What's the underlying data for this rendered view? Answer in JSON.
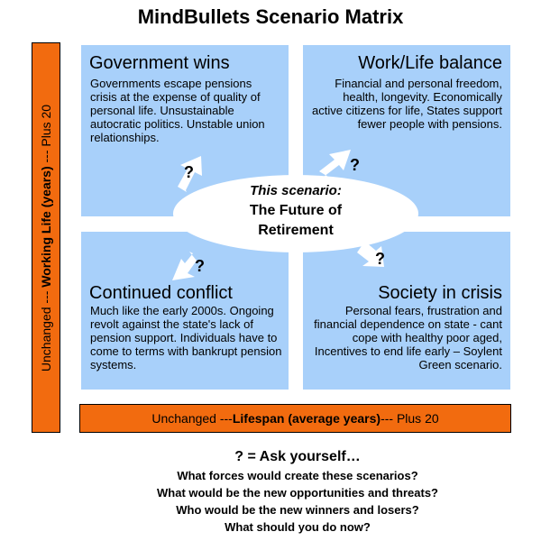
{
  "title": "MindBullets Scenario Matrix",
  "axes": {
    "vertical": {
      "start": "Unchanged --- ",
      "label": "Working Life (years)",
      "end": " --- Plus 20"
    },
    "horizontal": {
      "start": "Unchanged --- ",
      "label": "Lifespan (average years)",
      "end": " --- Plus 20"
    }
  },
  "quadrants": {
    "top_left": {
      "title": "Government wins",
      "description": "Governments escape pensions crisis at the expense of quality of personal life. Unsustainable autocratic politics. Unstable union relationships."
    },
    "top_right": {
      "title": "Work/Life balance",
      "description": "Financial and personal freedom, health, longevity. Economically active citizens for life, States support fewer people with pensions."
    },
    "bottom_left": {
      "title": "Continued conflict",
      "description": "Much like the early 2000s. Ongoing revolt against the state's lack of pension support. Individuals have to come to terms with bankrupt pension systems."
    },
    "bottom_right": {
      "title": "Society in crisis",
      "description": "Personal fears, frustration and financial dependence on state - cant cope with healthy poor aged, Incentives to end life early – Soylent Green scenario."
    }
  },
  "center": {
    "label": "This scenario:",
    "name_line1": "The Future of",
    "name_line2": "Retirement"
  },
  "question_mark": "?",
  "footer": {
    "heading": "? = Ask yourself…",
    "questions": [
      "What forces would create these scenarios?",
      "What would be the new opportunities and threats?",
      "Who would be the new winners and losers?",
      "What should you do now?"
    ]
  },
  "colors": {
    "quadrant_fill": "#a8d0fa",
    "axis_bar_fill": "#f26b0f",
    "ellipse_fill": "#ffffff"
  }
}
